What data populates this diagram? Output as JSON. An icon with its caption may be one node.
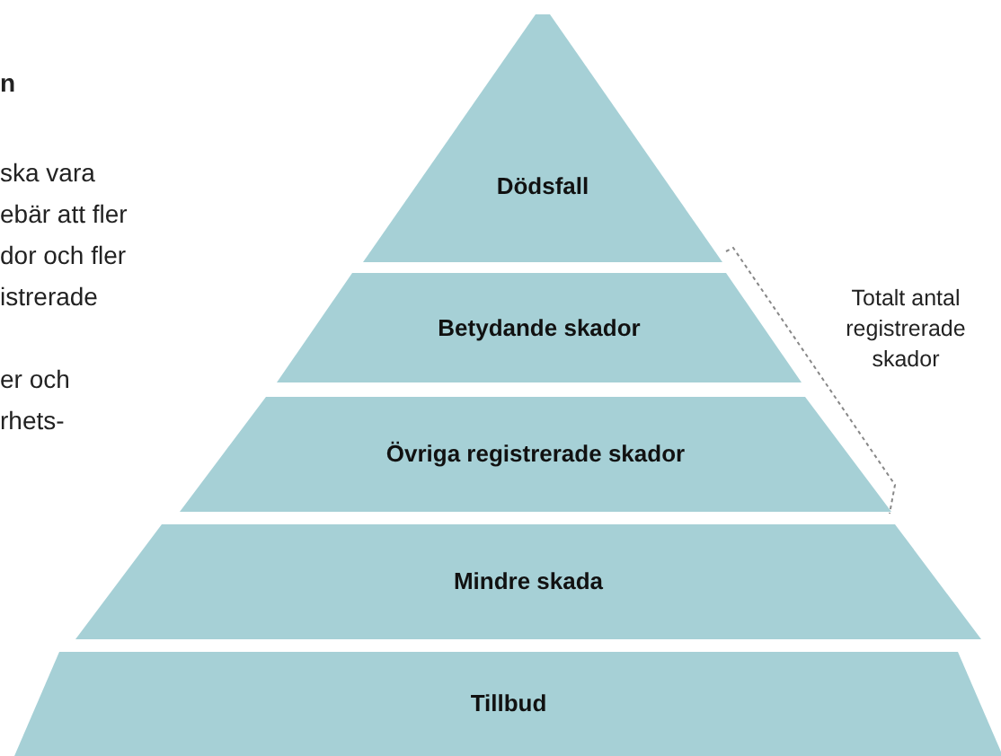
{
  "diagram": {
    "nodes": [
      {
        "text": [
          "Dödsfall"
        ]
      },
      {
        "text": [
          "Betydande skador"
        ]
      },
      {
        "text": [
          "Övriga registrerade skador"
        ]
      },
      {
        "text": [
          "Mindre skada"
        ]
      },
      {
        "text": [
          "Tillbud"
        ]
      }
    ],
    "edges": [],
    "labels": [
      "n",
      "ska vara",
      "ebär att fler",
      "dor och fler",
      "istrerade",
      "er och",
      "rhets-",
      "Totalt antal registrerade skador"
    ]
  }
}
